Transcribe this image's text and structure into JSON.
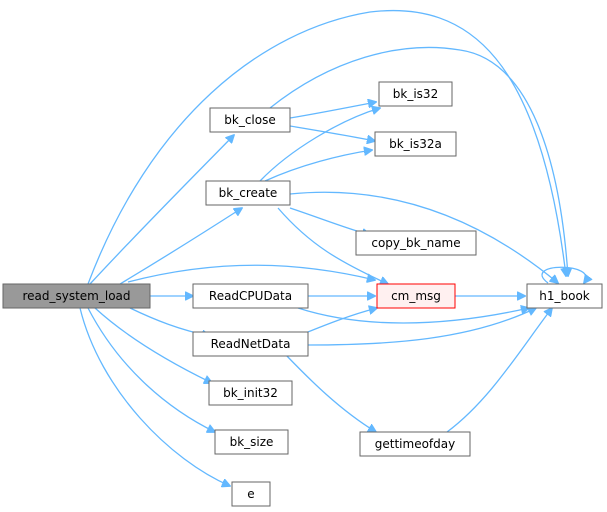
{
  "colors": {
    "edge": "#63b8ff",
    "node_border": "#666666",
    "node_fill": "#ffffff",
    "root_fill": "#999999",
    "root_border": "#666666",
    "highlight_border": "#ff0000",
    "highlight_fill": "#fff0f0"
  },
  "nodes": {
    "read_system_load": "read_system_load",
    "bk_close": "bk_close",
    "bk_create": "bk_create",
    "ReadCPUData": "ReadCPUData",
    "ReadNetData": "ReadNetData",
    "bk_init32": "bk_init32",
    "bk_size": "bk_size",
    "e": "e",
    "bk_is32": "bk_is32",
    "bk_is32a": "bk_is32a",
    "copy_bk_name": "copy_bk_name",
    "cm_msg": "cm_msg",
    "gettimeofday": "gettimeofday",
    "h1_book": "h1_book"
  }
}
